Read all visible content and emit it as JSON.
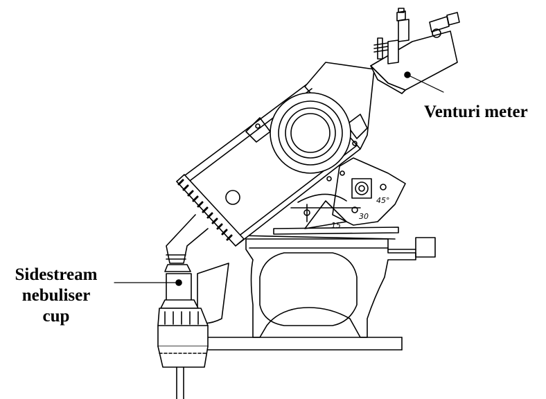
{
  "labels": {
    "venturi": "Venturi meter",
    "sidestream": [
      "Sidestream",
      "nebuliser",
      "cup"
    ]
  },
  "scale_marks": [
    "45°",
    "30",
    "15"
  ]
}
